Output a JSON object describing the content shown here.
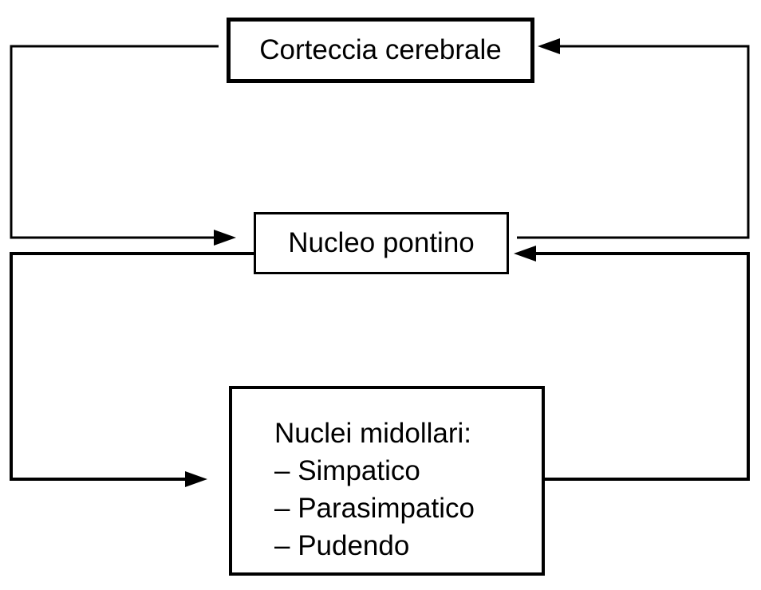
{
  "nodes": {
    "cortex": {
      "label": "Corteccia cerebrale"
    },
    "pontine": {
      "label": "Nucleo pontino"
    },
    "spinal": {
      "title": "Nuclei midollari:",
      "items": [
        "– Simpatico",
        "– Parasimpatico",
        "– Pudendo"
      ]
    }
  },
  "edges": [
    {
      "from": "cortex",
      "to": "pontine"
    },
    {
      "from": "pontine",
      "to": "cortex"
    },
    {
      "from": "pontine",
      "to": "spinal"
    },
    {
      "from": "spinal",
      "to": "pontine"
    }
  ],
  "colors": {
    "line": "#000000",
    "background": "#ffffff"
  }
}
